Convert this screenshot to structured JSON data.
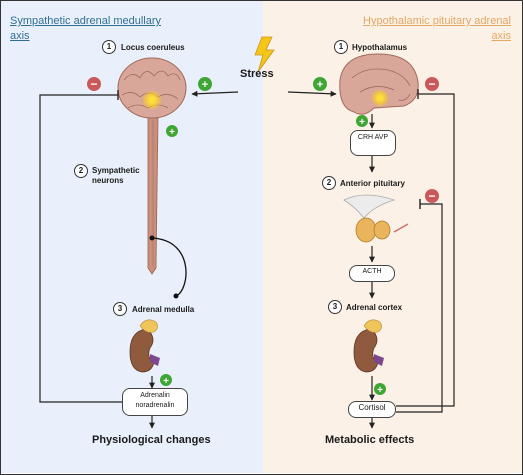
{
  "left": {
    "title": "Sympathetic adrenal medullary axis",
    "steps": [
      {
        "num": "1",
        "label": "Locus coeruleus"
      },
      {
        "num": "2",
        "label": "Sympathetic neurons"
      },
      {
        "num": "3",
        "label": "Adrenal medulla"
      }
    ],
    "hormone_box": "Adrenalin noradrenalin",
    "outcome": "Physiological changes"
  },
  "right": {
    "title": "Hypothalamic pituitary adrenal axis",
    "steps": [
      {
        "num": "1",
        "label": "Hypothalamus"
      },
      {
        "num": "2",
        "label": "Anterior pituitary"
      },
      {
        "num": "3",
        "label": "Adrenal cortex"
      }
    ],
    "crh_box": "CRH AVP",
    "acth_box": "ACTH",
    "cortisol_box": "Cortisol",
    "outcome": "Metabolic effects"
  },
  "center": {
    "stress_label": "Stress"
  },
  "signs": {
    "plus": "+",
    "minus": "−"
  },
  "colors": {
    "left_panel": "#eaf0fb",
    "right_panel": "#fbf1e6",
    "left_title": "#2f6f93",
    "right_title": "#e2a866",
    "plus_green": "#3fa535",
    "minus_red": "#c9595b"
  }
}
